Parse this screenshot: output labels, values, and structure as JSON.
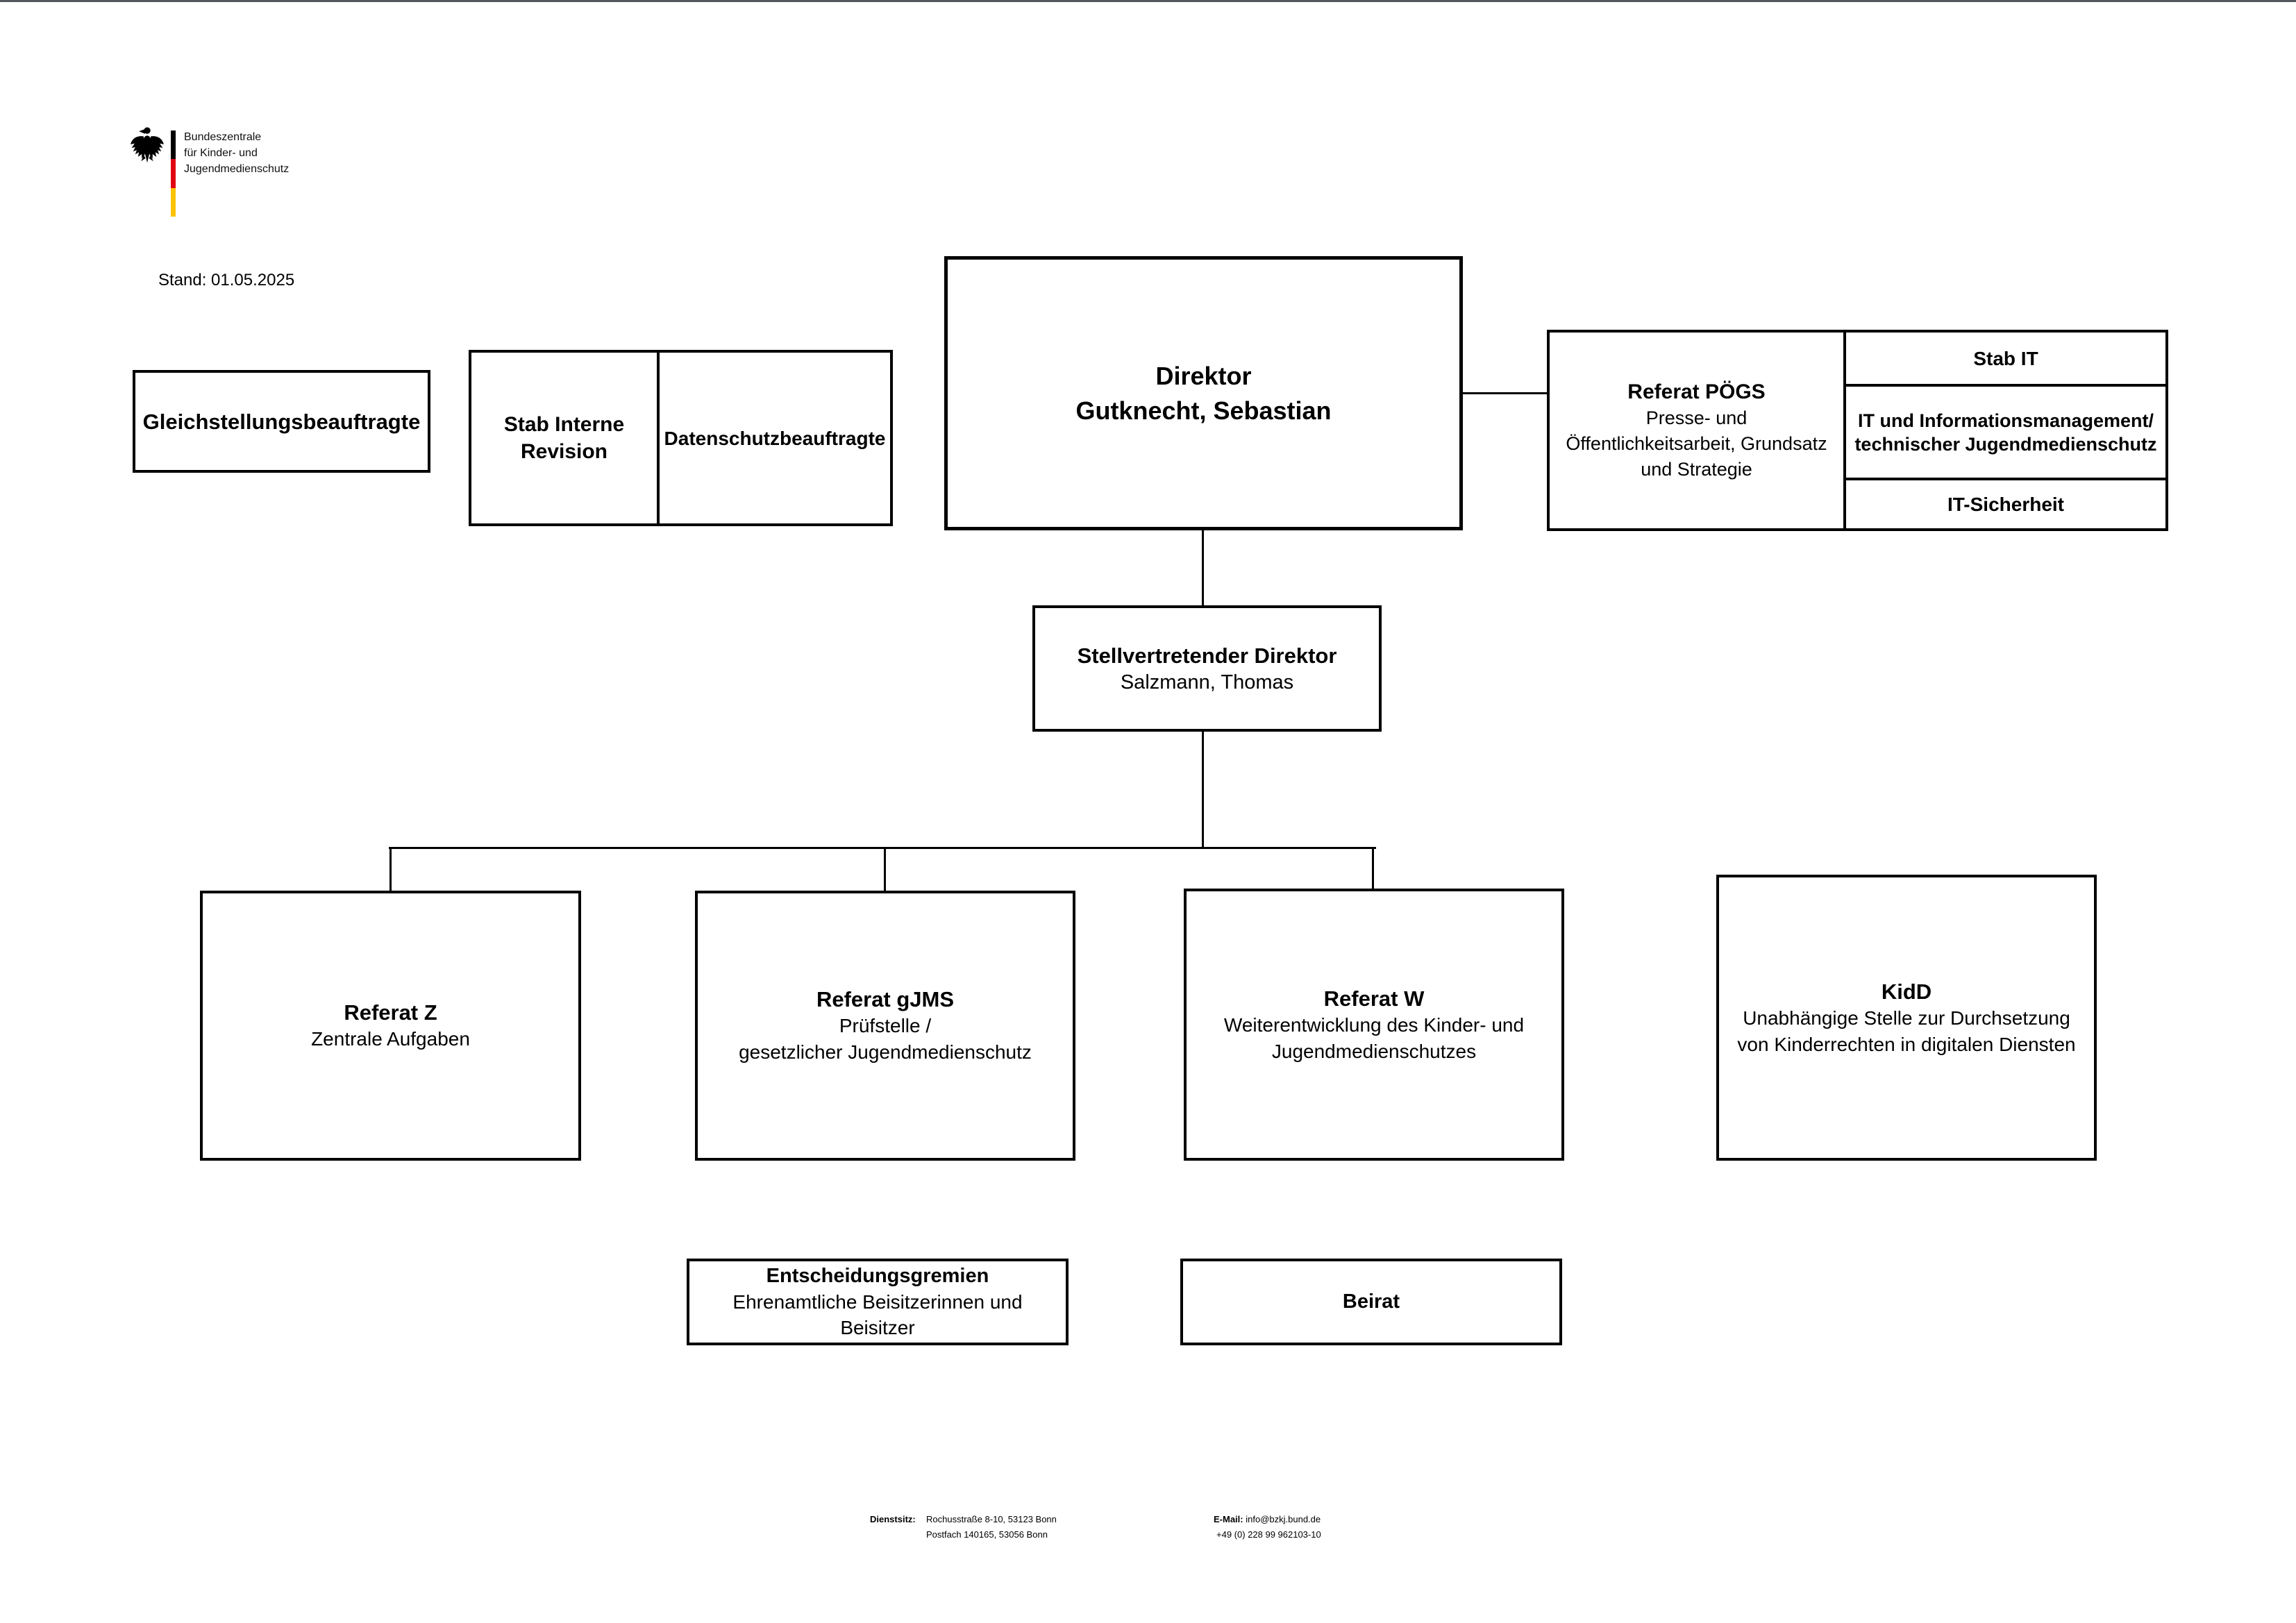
{
  "page": {
    "stand": "Stand: 01.05.2025"
  },
  "logo": {
    "org_lines": [
      "Bundeszentrale",
      "für Kinder- und",
      "Jugendmedienschutz"
    ],
    "flag_colors": {
      "black": "#000000",
      "red": "#e10514",
      "gold": "#fdc300"
    }
  },
  "boxes": {
    "gleichstellung": {
      "title": "Gleichstellungsbeauftragte"
    },
    "stab_interne_revision": {
      "lines": [
        "Stab Interne",
        "Revision"
      ]
    },
    "datenschutz": {
      "title": "Datenschutzbeauftragte"
    },
    "direktor": {
      "title": "Direktor",
      "name": "Gutknecht, Sebastian"
    },
    "poegs": {
      "title": "Referat PÖGS",
      "lines": [
        "Presse- und",
        "Öffentlichkeitsarbeit, Grundsatz",
        "und Strategie"
      ]
    },
    "stab_it": {
      "title": "Stab IT"
    },
    "it_management": {
      "lines": [
        "IT und Informationsmanagement/",
        "technischer Jugendmedienschutz"
      ]
    },
    "it_sicherheit": {
      "title": "IT-Sicherheit"
    },
    "stellv_direktor": {
      "title": "Stellvertretender Direktor",
      "name": "Salzmann, Thomas"
    },
    "referat_z": {
      "title": "Referat Z",
      "lines": [
        "Zentrale Aufgaben"
      ]
    },
    "referat_gjms": {
      "title": "Referat gJMS",
      "lines": [
        "Prüfstelle /",
        "gesetzlicher Jugendmedienschutz"
      ]
    },
    "referat_w": {
      "title": "Referat W",
      "lines": [
        "Weiterentwicklung des Kinder- und",
        "Jugendmedienschutzes"
      ]
    },
    "kidd": {
      "title": "KidD",
      "lines": [
        "Unabhängige Stelle zur Durchsetzung",
        "von Kinderrechten in digitalen Diensten"
      ]
    },
    "entscheidungsgremien": {
      "title": "Entscheidungsgremien",
      "lines": [
        "Ehrenamtliche Beisitzerinnen und",
        "Beisitzer"
      ]
    },
    "beirat": {
      "title": "Beirat"
    }
  },
  "footer": {
    "dienstsitz_label": "Dienstsitz:",
    "dienstsitz_lines": [
      "Rochusstraße 8-10, 53123 Bonn",
      "Postfach 140165, 53056 Bonn"
    ],
    "email_label": "E-Mail:",
    "email_value": "info@bzkj.bund.de",
    "phone": "+49 (0) 228 99 962103-10"
  }
}
